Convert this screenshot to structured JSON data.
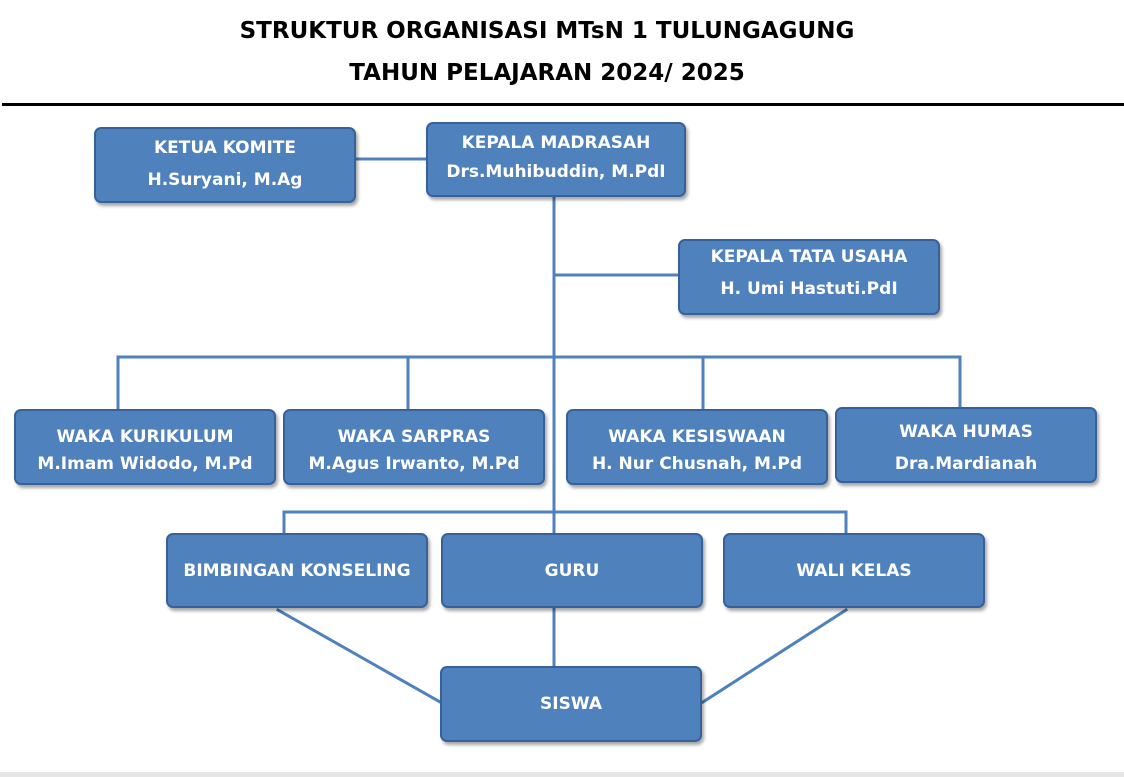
{
  "title": {
    "line1": "STRUKTUR ORGANISASI MTsN 1 TULUNGAGUNG",
    "line2": "TAHUN PELAJARAN 2024/ 2025"
  },
  "nodes": {
    "ketua_komite": {
      "role": "KETUA KOMITE",
      "name": "H.Suryani, M.Ag"
    },
    "kepala_madrasah": {
      "role": "KEPALA MADRASAH",
      "name": "Drs.Muhibuddin, M.PdI"
    },
    "kepala_tata_usaha": {
      "role": "KEPALA TATA USAHA",
      "name": "H. Umi Hastuti.PdI"
    },
    "waka_kurikulum": {
      "role": "WAKA KURIKULUM",
      "name": "M.Imam Widodo, M.Pd"
    },
    "waka_sarpras": {
      "role": "WAKA SARPRAS",
      "name": "M.Agus Irwanto, M.Pd"
    },
    "waka_kesiswaan": {
      "role": "WAKA KESISWAAN",
      "name": "H. Nur Chusnah, M.Pd"
    },
    "waka_humas": {
      "role": "WAKA HUMAS",
      "name": "Dra.Mardianah"
    },
    "bimbingan_konseling": {
      "role": "BIMBINGAN KONSELING"
    },
    "guru": {
      "role": "GURU"
    },
    "wali_kelas": {
      "role": "WALI KELAS"
    },
    "siswa": {
      "role": "SISWA"
    }
  },
  "colors": {
    "box_fill": "#4f81bd",
    "box_border": "#36629a",
    "connector": "#4f81bd",
    "text_on_box": "#ffffff"
  }
}
